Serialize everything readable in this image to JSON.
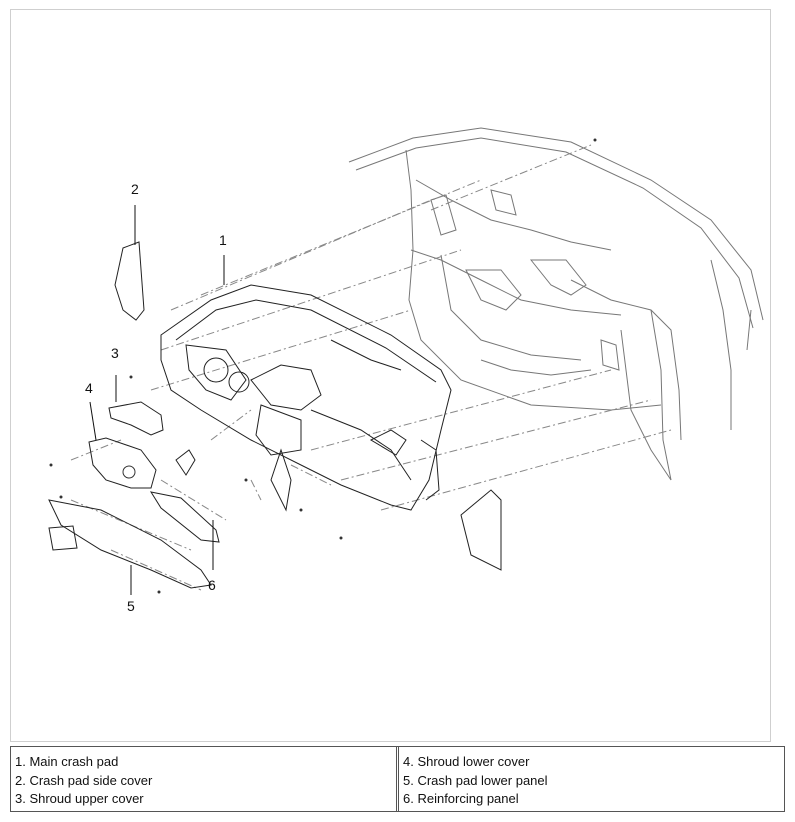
{
  "callouts": [
    {
      "n": "1"
    },
    {
      "n": "2"
    },
    {
      "n": "3"
    },
    {
      "n": "4"
    },
    {
      "n": "5"
    },
    {
      "n": "6"
    }
  ],
  "legend": {
    "left": [
      "1. Main crash pad",
      "2. Crash pad side cover",
      "3. Shroud upper cover"
    ],
    "right": [
      "4. Shroud lower cover",
      "5. Crash pad lower panel",
      "6. Reinforcing panel"
    ]
  }
}
